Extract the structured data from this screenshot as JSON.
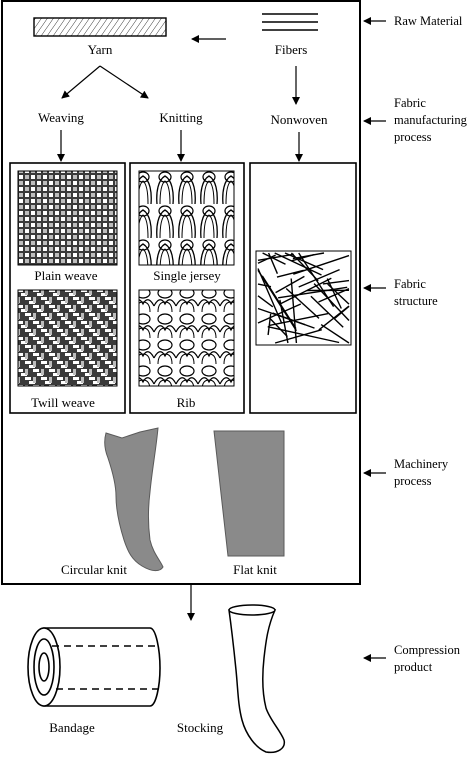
{
  "raw_material": {
    "yarn": "Yarn",
    "fibers": "Fibers"
  },
  "processes": {
    "weaving": "Weaving",
    "knitting": "Knitting",
    "nonwoven": "Nonwoven"
  },
  "structures": {
    "plain_weave": "Plain weave",
    "twill_weave": "Twill weave",
    "single_jersey": "Single jersey",
    "rib": "Rib"
  },
  "machinery": {
    "circular_knit": "Circular knit",
    "flat_knit": "Flat knit"
  },
  "products": {
    "bandage": "Bandage",
    "stocking": "Stocking"
  },
  "side_labels": {
    "raw_material": [
      "Raw Material"
    ],
    "fabric_manufacturing_process": [
      "Fabric",
      "manufacturing",
      "process"
    ],
    "fabric_structure": [
      "Fabric",
      "structure"
    ],
    "machinery_process": [
      "Machinery",
      "process"
    ],
    "compression_product": [
      "Compression",
      "product"
    ]
  },
  "colors": {
    "garment_gray": "#8a8a8a",
    "weave_dark": "#3a3a3a",
    "line": "#000000"
  }
}
